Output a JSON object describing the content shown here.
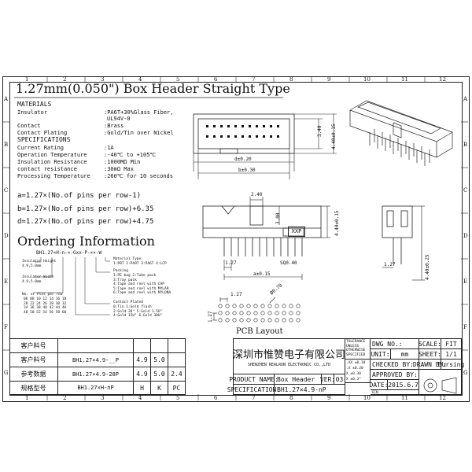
{
  "title": "1.27mm(0.050\") Box Header Straight Type",
  "frame_cols_top": [
    "1",
    "2",
    "3",
    "4",
    "5",
    "6",
    "7",
    "8",
    "9",
    "10",
    "11",
    "12"
  ],
  "frame_rows_left": [
    "A",
    "B",
    "C",
    "D",
    "E",
    "F",
    "G"
  ],
  "spec_block": {
    "materials_heading": "MATERIALS",
    "insulator_label": "Insulator",
    "insulator_value_1": ":PA6T+30%Glass Fiber,",
    "insulator_value_2": "UL94V-0",
    "contact_label": "Contact",
    "contact_value": ":Brass",
    "plating_label": "Contact Plating",
    "plating_value": ":Gold/Tin over Nickel",
    "specs_heading": "SPECIFICATIONS",
    "rating_label": "Current Rating",
    "rating_value": ":1A",
    "temp_label": "Operation Temperature",
    "temp_value": ":-40℃ to +105℃",
    "ins_res_label": "Insulation Resistance",
    "ins_res_value": ":1000MΩ Min",
    "contact_res_label": "contact resistance",
    "contact_res_value": ":30mΩ Max",
    "process_label": "Processing Temperature",
    "process_value": ":260℃ for 10 seconds"
  },
  "formulas": {
    "a": "a=1.27×(No.of pins per row-1)",
    "b": "b=1.27×(No.of pins per row)+6.35",
    "d": "d=1.27×(No.of pins per row)+4.75"
  },
  "ordering": {
    "heading": "Ordering Information",
    "code": "BH1.27×H-n-×-Gxx-P-××-W",
    "insulator_height": "Insulator Height",
    "insulator_height_val": "4.9,5.0mm",
    "insulator_width": "Insulator Width",
    "insulator_width_val": "4.9,5.0mm",
    "pins_heading": "No. of Pins per row",
    "pins_values": [
      "06",
      "08",
      "10",
      "12",
      "14",
      "16",
      "18",
      "20",
      "22",
      "24",
      "26",
      "28",
      "30",
      "32",
      "34",
      "36",
      "38",
      "40",
      "42",
      "44",
      "46",
      "48",
      "50",
      "52",
      "54",
      "56",
      "58",
      "60"
    ],
    "material_type": "Material Type:",
    "material_type_val": "1:PBT 2:PA9T 3:PA6T 4:LCP",
    "packing": "Packing",
    "packing_lines": [
      "1:PE bag     2:Tube pack",
      "3:Tray pack",
      "4:Tape and reel with CAP",
      "5:Tape and reel with MYLAR",
      "6:Tape and reel with NYLONA"
    ],
    "plated": "Contact Plated",
    "plated_lines": [
      "0:Tin          1:Gold flash",
      "2:Gold 3U\"    5:Gold 1.5U\"",
      "4:Gold 15U\"   6:Gold 30U\""
    ]
  },
  "dims": {
    "d": "d±0.20",
    "b": "b±0.30",
    "h1": "3.40",
    "h2": "4.40±0.15",
    "t240": "2.40",
    "t300": "3.00",
    "xxp": "XXP",
    "h3": "4.40±0.15",
    "p127a": "1.27",
    "sq": "SQ0.40",
    "a": "a±0.15",
    "p127b": "1.27",
    "h4": "4.40±0.25",
    "pcb_127": "1.27",
    "pcb_hole": "Ø0.70",
    "pcb_127b": "1.27",
    "pcb_label": "PCB Layout"
  },
  "order_table": {
    "rows": [
      [
        "客户料号",
        "",
        "",
        "",
        ""
      ],
      [
        "客户料号",
        "BH1.27×4.9-__P",
        "4.9",
        "5.0",
        ""
      ],
      [
        "参考数据",
        "BH1.27×4.9-20P",
        "4.9",
        "5.0",
        "2.4"
      ],
      [
        "规格型号",
        "BH1.27×H-nP",
        "H",
        "K",
        "PC"
      ]
    ]
  },
  "title_block": {
    "company_cn": "深圳市惟赞电子有限公司",
    "company_en": "SHENZHEN REALRUN ELECTRONIC CO.,LTD",
    "tolerance": [
      "TOLERANCE",
      "UNLESS",
      "OTHERWISE",
      "SPECIFIED"
    ],
    "tol_rows": [
      ".XX ±0.10",
      ".X  ±0.20",
      "X   ±0.30",
      "X  ±0.3°"
    ],
    "dwg_no_label": "DWG NO.:",
    "scale_label": "SCALE:",
    "scale_value": "FIT",
    "unit_label": "UNIT:",
    "unit_value": "mm",
    "sheet_label": "SHEET:",
    "sheet_value": "1/1",
    "checked_label": "CHECKED BY:",
    "drawn_label": "DRAWN BY:",
    "drawn_value": "Bursing",
    "approved_label": "APPROVED BY:",
    "product_label": "PRODUCT NAME:",
    "product_value": "Box Header",
    "ver_label": "VER:",
    "ver_value": "03",
    "date_label": "DATE:",
    "date_value": "2015.6.7",
    "spec_label": "SPECIFICATION:",
    "spec_value": "BH1.27×4.9-nP",
    "ecn_label": "ECN:"
  }
}
